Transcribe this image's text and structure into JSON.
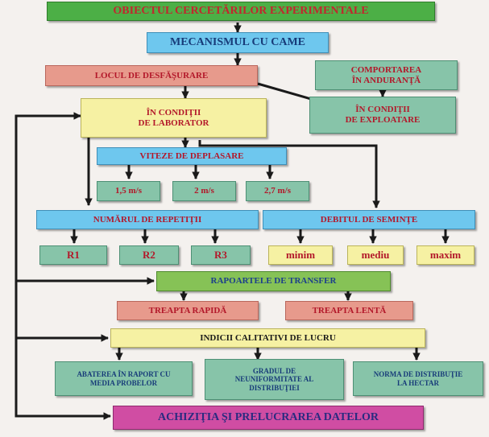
{
  "colors": {
    "red_text": "#b3182a",
    "dark_blue_text": "#173b79",
    "arrow": "#1a1a1a"
  },
  "diagram": {
    "title": "OBIECTUL CERCETĂRILOR EXPERIMENTALE",
    "mechanism": "MECANISMUL CU CAME",
    "location": "LOCUL DE DESFĂŞURARE",
    "endurance": [
      "COMPORTAREA",
      "ÎN ANDURANŢĂ"
    ],
    "lab": [
      "ÎN CONDIŢII",
      "DE LABORATOR"
    ],
    "operation": [
      "ÎN CONDIŢII",
      "DE EXPLOATARE"
    ],
    "speeds": {
      "label": "VITEZE DE DEPLASARE",
      "values": [
        "1,5 m/s",
        "2 m/s",
        "2,7 m/s"
      ]
    },
    "repetitions": {
      "label": "NUMĂRUL DE REPETIŢII",
      "items": [
        "R1",
        "R2",
        "R3"
      ]
    },
    "seed_flow": {
      "label": "DEBITUL DE SEMINŢE",
      "items": [
        "minim",
        "mediu",
        "maxim"
      ]
    },
    "transfer": {
      "label": "RAPOARTELE DE TRANSFER",
      "items": [
        "TREAPTA RAPIDĂ",
        "TREAPTA LENTĂ"
      ]
    },
    "quality": {
      "label": "INDICII CALITATIVI DE LUCRU",
      "items": [
        [
          "ABATEREA ÎN RAPORT CU",
          "MEDIA PROBELOR"
        ],
        [
          "GRADUL DE",
          "NEUNIFORMITATE AL",
          "DISTRIBUŢIEI"
        ],
        [
          "NORMA DE DISTRIBUŢIE",
          "LA HECTAR"
        ]
      ]
    },
    "final": "ACHIZIŢIA ŞI PRELUCRAREA DATELOR"
  }
}
